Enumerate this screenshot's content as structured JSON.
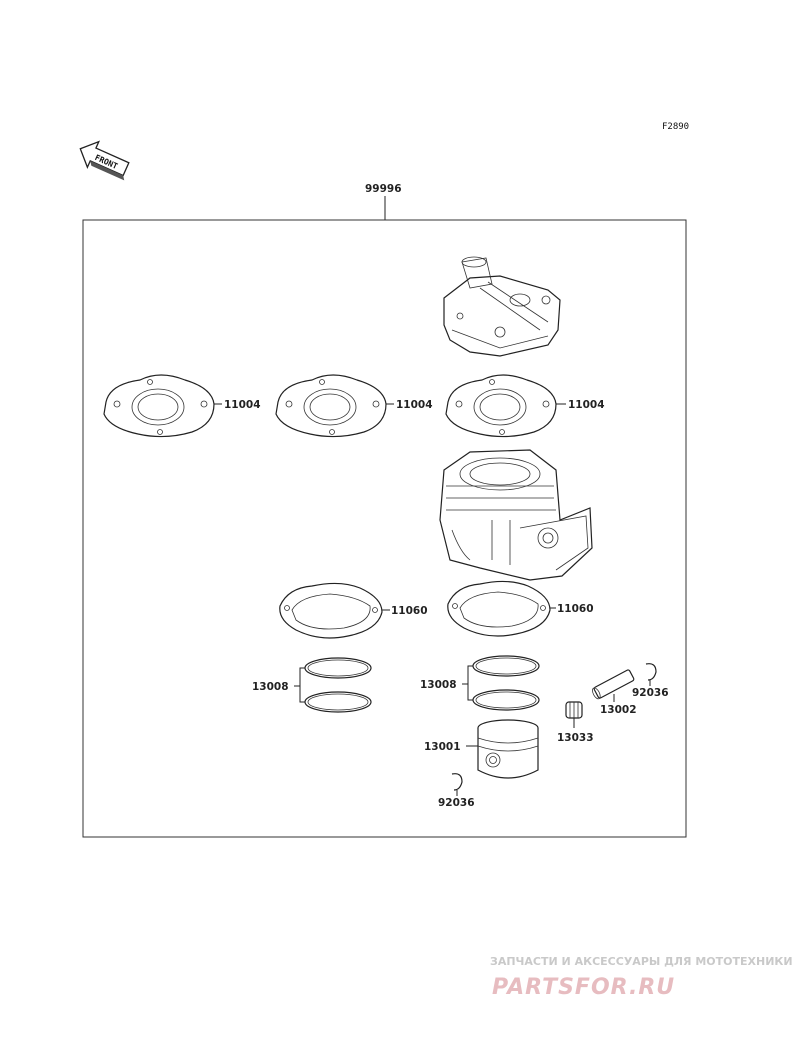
{
  "figure_code": "F2890",
  "front_label": "FRONT",
  "kit_number": "99996",
  "parts": {
    "head_gasket_1": "11004",
    "head_gasket_2": "11004",
    "head_gasket_3": "11004",
    "base_gasket_1": "11060",
    "base_gasket_2": "11060",
    "rings_1": "13008",
    "rings_2": "13008",
    "pin": "13002",
    "clip_right": "92036",
    "bearing": "13033",
    "piston": "13001",
    "clip_bottom": "92036"
  },
  "watermark": {
    "tagline": "ЗАПЧАСТИ И АКСЕССУАРЫ ДЛЯ МОТОТЕХНИКИ",
    "logo": "PARTSFOR.RU"
  }
}
